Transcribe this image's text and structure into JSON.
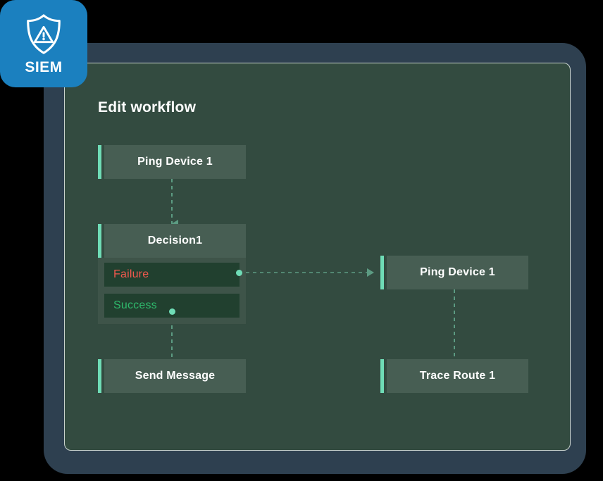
{
  "badge": {
    "label": "SIEM",
    "icon": "shield-warning-icon",
    "color": "#1b80bf"
  },
  "panel": {
    "title": "Edit workflow",
    "background": "#334b40",
    "frame_color": "#2e4050"
  },
  "colors": {
    "accent": "#6fdcb6",
    "node_fill": "#475e53",
    "branch_fill": "#21402f",
    "failure_text": "#f2594e",
    "success_text": "#2fb96c",
    "edge": "#5c9b82"
  },
  "workflow": {
    "nodes": [
      {
        "id": "ping1",
        "label": "Ping Device 1"
      },
      {
        "id": "decision1",
        "label": "Decision1"
      },
      {
        "id": "ping2",
        "label": "Ping Device 1"
      },
      {
        "id": "send_message",
        "label": "Send Message"
      },
      {
        "id": "trace_route",
        "label": "Trace Route 1"
      }
    ],
    "branches": [
      {
        "id": "failure",
        "label": "Failure"
      },
      {
        "id": "success",
        "label": "Success"
      }
    ],
    "edges": [
      {
        "from": "ping1",
        "to": "decision1"
      },
      {
        "from": "failure",
        "to": "ping2"
      },
      {
        "from": "success",
        "to": "send_message"
      },
      {
        "from": "ping2",
        "to": "trace_route"
      }
    ]
  }
}
